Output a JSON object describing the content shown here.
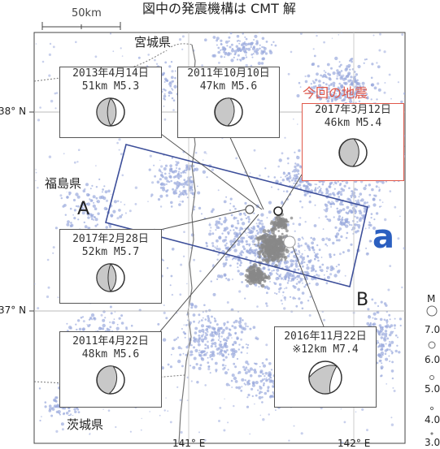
{
  "title": "図中の発震機構は CMT 解",
  "scale_label": "50km",
  "pref_labels": {
    "miyagi": "宮城県",
    "fukushima": "福島県",
    "ibaraki": "茨城県"
  },
  "lat_labels": {
    "n38": "38° N",
    "n37": "37° N"
  },
  "lon_labels": {
    "e141": "141° E",
    "e142": "142° E"
  },
  "section": {
    "a": "A",
    "b": "B",
    "box_label": "a"
  },
  "konkai_label": "今回の地震",
  "mechanisms": {
    "m2013": {
      "date": "2013年4月14日",
      "depth_mag": "51km  M5.3"
    },
    "m2011oct": {
      "date": "2011年10月10日",
      "depth_mag": "47km  M5.6"
    },
    "m2017mar": {
      "date": "2017年3月12日",
      "depth_mag": "46km  M5.4"
    },
    "m2017feb": {
      "date": "2017年2月28日",
      "depth_mag": "52km  M5.7"
    },
    "m2011apr": {
      "date": "2011年4月22日",
      "depth_mag": "48km  M5.6"
    },
    "m2016nov": {
      "date": "2016年11月22日",
      "depth_mag": "※12km M7.4"
    }
  },
  "magnitude_legend": {
    "title": "M",
    "levels": [
      "7.0",
      "6.0",
      "5.0",
      "4.0",
      "3.0"
    ]
  },
  "colors": {
    "background_seismicity": "#9aa9dd",
    "cluster": "#888888",
    "frame_box": "#3d4f9a",
    "accent_red": "#e0584a",
    "label_blue": "#2b5fc0"
  }
}
